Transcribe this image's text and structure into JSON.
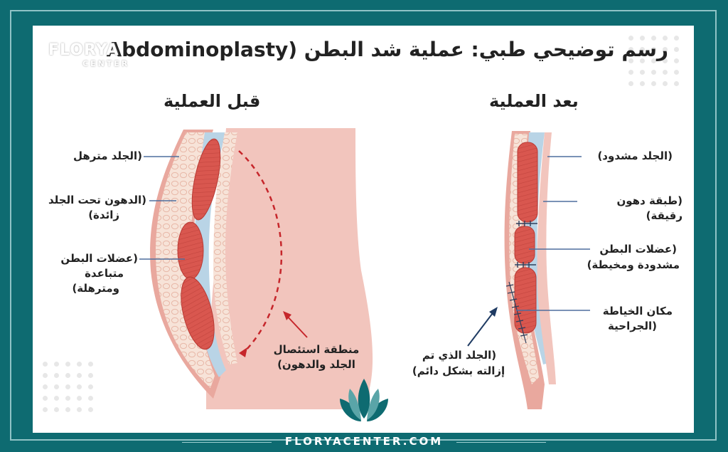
{
  "title": "رسم توضيحي طبي: عملية شد البطن (Abdominoplasty) - قبل وبعد",
  "logo": {
    "name": "FLORYA",
    "sub": "CENTER"
  },
  "before": {
    "heading": "قبل العملية",
    "labels": {
      "skin": "(الجلد مترهل",
      "fat_line1": "(الدهون تحت الجلد",
      "fat_line2": "زائدة)",
      "muscle_line1": "(عضلات البطن",
      "muscle_line2": "متباعدة",
      "muscle_line3": "ومترهلة)",
      "excision_line1": "منطقة استئصال",
      "excision_line2": "الجلد والدهون)"
    }
  },
  "after": {
    "heading": "بعد العملية",
    "labels": {
      "skin": "(الجلد مشدود)",
      "fat": "(طبقة دهون رقيقة)",
      "muscle_line1": "(عضلات البطن",
      "muscle_line2": "مشدودة ومخيطة)",
      "suture_line1": "مكان الخياطة",
      "suture_line2": "(الجراحية",
      "removed_line1": "(الجلد الذي تم",
      "removed_line2": "إزالته بشكل دائم)"
    }
  },
  "footer": {
    "url": "FLORYACENTER.COM"
  },
  "colors": {
    "frame": "#0e6b71",
    "skin": "#f2c5bd",
    "skin_dark": "#e49a92",
    "fat": "#f7e3d8",
    "muscle": "#d9574f",
    "fascia": "#b9d4e6",
    "arrow": "#c6262b",
    "pointer": "#1f3b63"
  }
}
